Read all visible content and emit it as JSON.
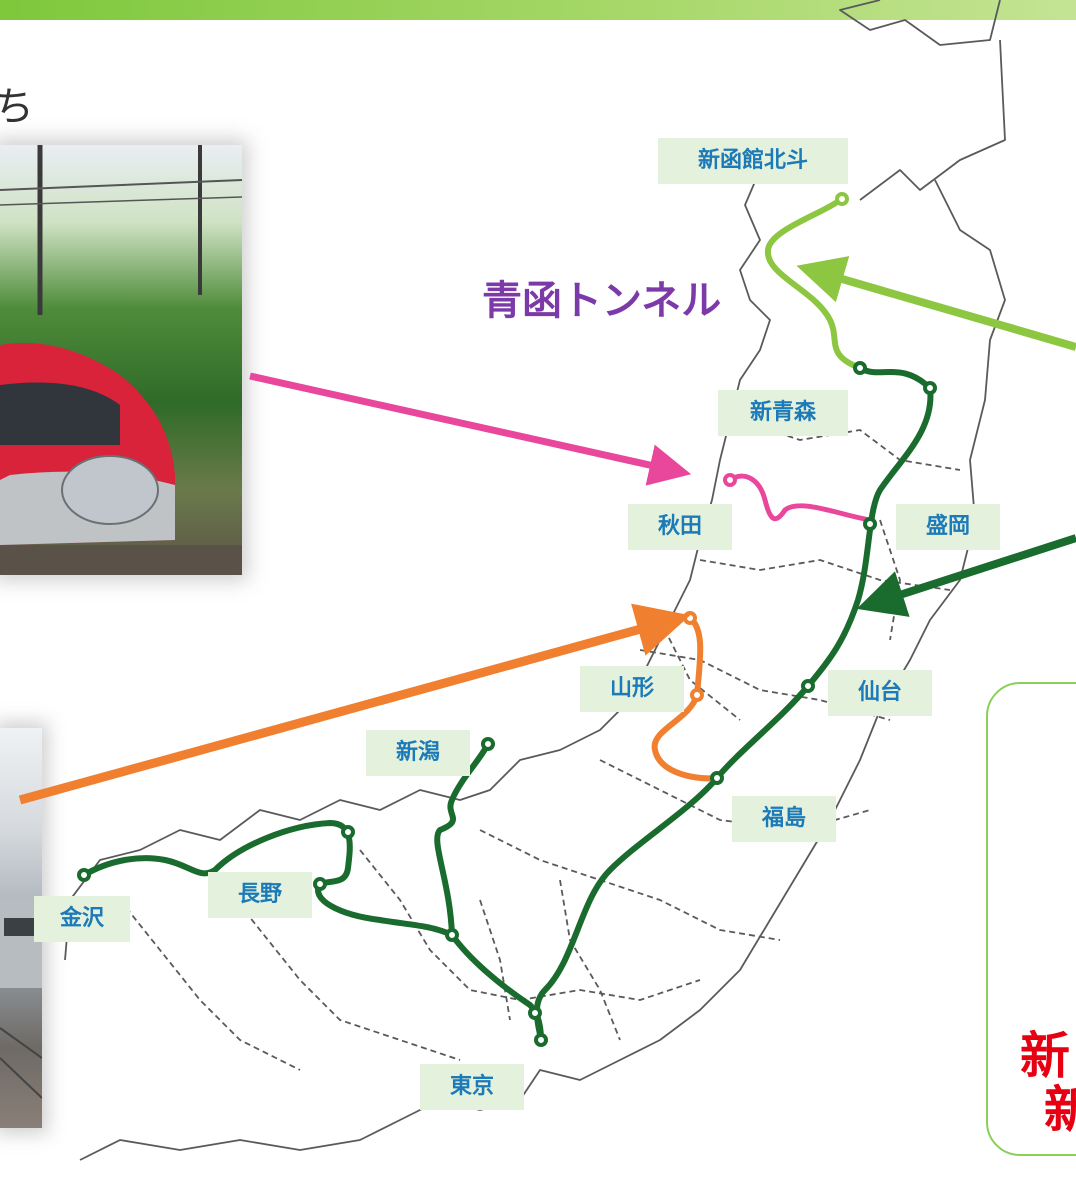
{
  "heading_fragment": "ち",
  "tunnel_label": "青函トンネル",
  "info_box": {
    "line1": "新",
    "line2": "新"
  },
  "stations": {
    "shin_hakodate_hokuto": "新函館北斗",
    "shin_aomori": "新青森",
    "akita": "秋田",
    "morioka": "盛岡",
    "yamagata": "山形",
    "sendai": "仙台",
    "niigata": "新潟",
    "fukushima": "福島",
    "nagano": "長野",
    "kanazawa": "金沢",
    "tokyo": "東京"
  },
  "colors": {
    "hokkaido_line": "#8dc640",
    "tohoku_line": "#1a6b2e",
    "akita_line": "#e8479c",
    "yamagata_line": "#f08030",
    "tunnel_text": "#7b3aa8",
    "station_text": "#1c7ab8",
    "station_bg": "#e4f1dc",
    "emphasis_text": "#e60012"
  }
}
